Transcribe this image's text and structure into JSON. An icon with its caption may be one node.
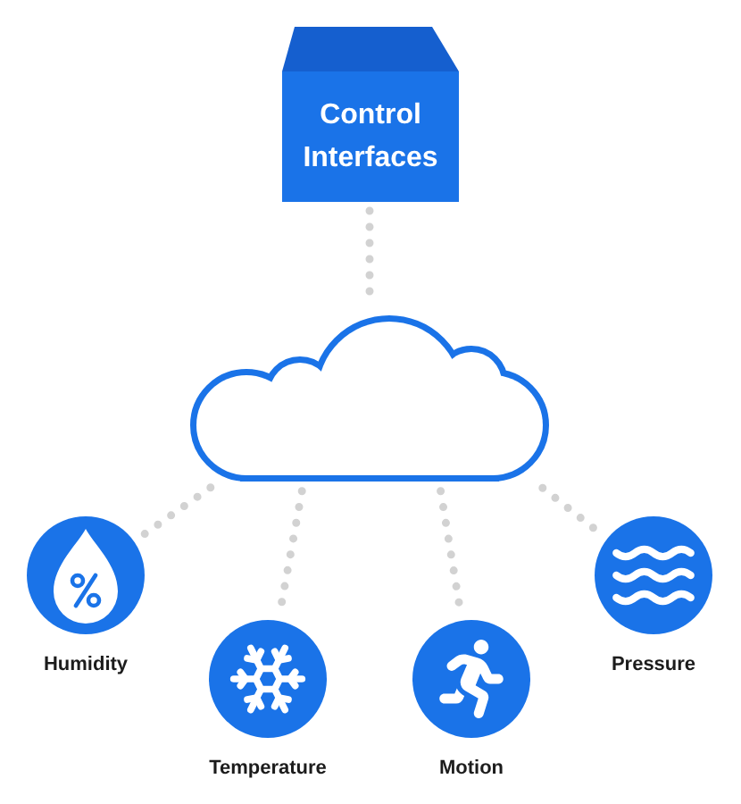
{
  "diagram": {
    "nodes": [
      {
        "text": [
          "Control Interfaces"
        ]
      },
      {
        "text": [],
        "shape": "cloud"
      },
      {
        "text": [
          "Humidity"
        ]
      },
      {
        "text": [
          "Temperature"
        ]
      },
      {
        "text": [
          "Motion"
        ]
      },
      {
        "text": [
          "Pressure"
        ]
      }
    ],
    "edges": [
      {
        "from": 0,
        "to": 1,
        "arrow": "none"
      },
      {
        "from": 1,
        "to": 2,
        "arrow": "none"
      },
      {
        "from": 1,
        "to": 3,
        "arrow": "none"
      },
      {
        "from": 1,
        "to": 4,
        "arrow": "none"
      },
      {
        "from": 1,
        "to": 5,
        "arrow": "none"
      }
    ]
  }
}
